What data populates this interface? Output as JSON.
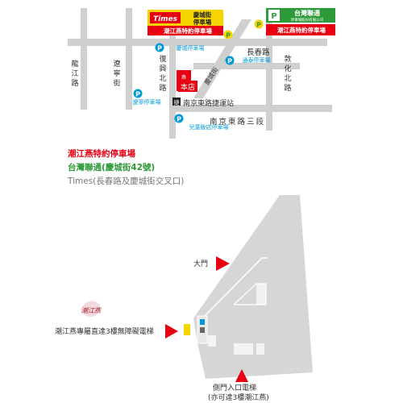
{
  "map": {
    "roads": {
      "longjiang": "龍江路",
      "liaoning": "遼寧街",
      "fuxing": "復興北路",
      "qingcheng": "慶城街",
      "changchun": "長春路",
      "dunhua": "敦化北路",
      "nanjing": "南京東路三段"
    },
    "places": {
      "store": "本店",
      "mrt_station": "南京東路捷運站",
      "mrt_badge": "捷",
      "parking_badge": "P",
      "times_logo": "Times",
      "taiwan_lianton_title": "台灣聯通",
      "taiwan_lianton_sub": "停車場股份有限公司"
    },
    "parking_lots": {
      "times_box": "慶城街\n停車場",
      "chaojiang_sign_left": "潮江燕特約停車場",
      "chaojiang_sign_right": "潮江燕特約停車場",
      "qingcheng": "慶城停車場",
      "tongtai": "通泰停車場",
      "liaoning": "遼寧停車場",
      "children_hotel": "兒童飯店停車場"
    }
  },
  "legend": {
    "line1": "潮江燕特約停車場",
    "line2": "台灣聯通(慶城街42號)",
    "line3": "Times(長春路及慶城街交叉口)"
  },
  "floorplan": {
    "main_door": "大門",
    "elevator_note": "潮江燕專屬直達3樓無障礙電梯",
    "side_entrance_line1": "側門入口電梯",
    "side_entrance_line2": "(亦可達3樓潮江燕)",
    "logo_text": "潮江燕"
  },
  "colors": {
    "red": "#e60012",
    "green": "#2e9a3a",
    "blue": "#0098d8",
    "yellow": "#f5d400",
    "road": "#cfcfcf",
    "building": "#d6d6d6",
    "text_gray": "#777777"
  }
}
